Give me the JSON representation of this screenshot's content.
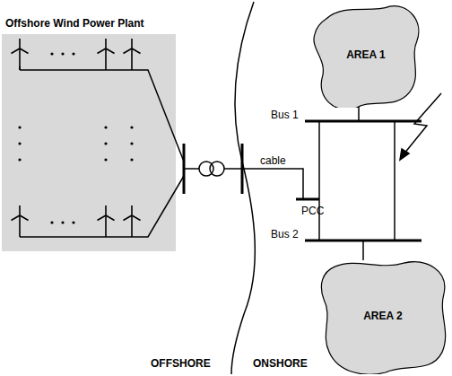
{
  "diagram": {
    "nodes": [
      {
        "text": [
          "Offshore Wind Power Plant"
        ]
      },
      {
        "text": [
          "AREA 1"
        ]
      },
      {
        "text": [
          "AREA 2"
        ]
      }
    ],
    "labels": [
      "Bus 1",
      "cable",
      "PCC",
      "Bus 2",
      "OFFSHORE",
      "ONSHORE"
    ]
  }
}
